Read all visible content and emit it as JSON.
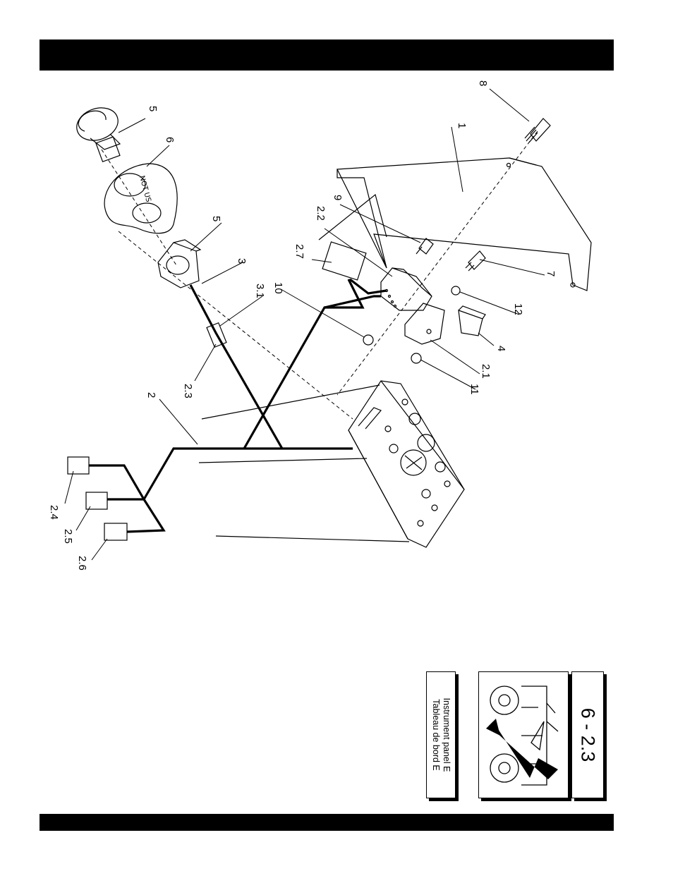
{
  "callouts": {
    "c1": "1",
    "c2": "2",
    "c2_1": "2.1",
    "c2_2": "2.2",
    "c2_3": "2.3",
    "c2_4": "2.4",
    "c2_5": "2.5",
    "c2_6": "2.6",
    "c2_7": "2.7",
    "c3": "3",
    "c3_1": "3.1",
    "c4": "4",
    "c5a": "5",
    "c5b": "5",
    "c6": "6",
    "c7": "7",
    "c8": "8",
    "c9": "9",
    "c10": "10",
    "c11": "11",
    "c12": "12"
  },
  "plate_text": "NOT US",
  "tiles": {
    "caption_line1": "Instrument panel E",
    "caption_line2": "Tableau de bord E",
    "section_number": "6 - 2.3"
  }
}
